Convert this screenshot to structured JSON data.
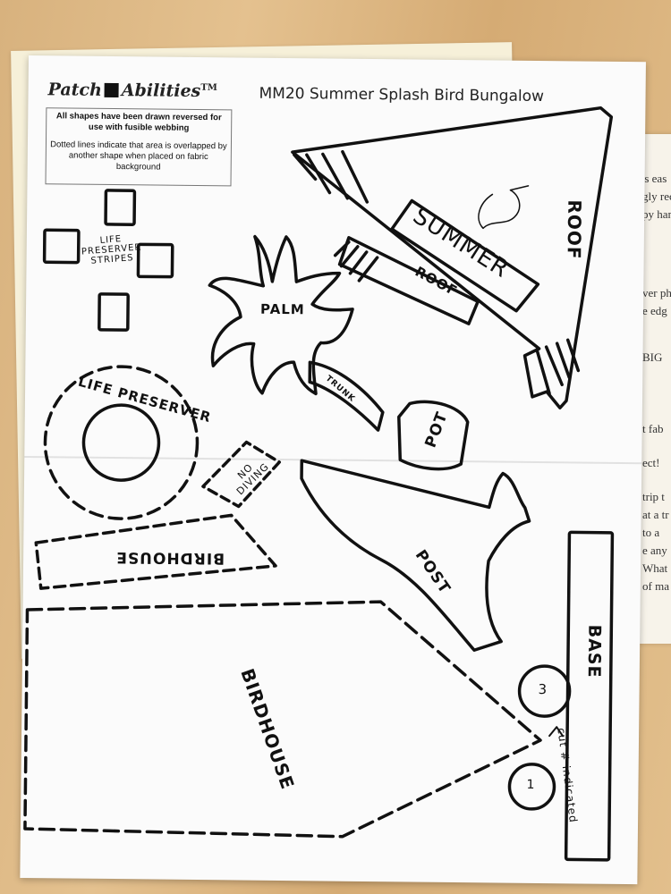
{
  "brand": {
    "logo_left": "Patch",
    "logo_right": "Abilities",
    "trademark": "TM"
  },
  "pattern_title": "MM20 Summer Splash Bird Bungalow",
  "notes": {
    "line1": "All shapes have been drawn reversed for use with fusible webbing",
    "line2": "Dotted lines indicate that area is overlapped by another shape when placed on fabric background"
  },
  "pieces": {
    "roof_main": "ROOF",
    "summer": "SUMMER",
    "roof_small": "ROOF",
    "palm": "PALM",
    "trunk": "TRUNK",
    "pot": "POT",
    "life_preserver_stripes": "LIFE PRESERVER STRIPES",
    "life_preserver": "LIFE PRESERVER",
    "no_diving": "NO DIVING",
    "post": "POST",
    "birdhouse_roof": "BIRDHOUSE",
    "birdhouse": "BIRDHOUSE",
    "base": "BASE",
    "circle_top": "3",
    "circle_bottom": "1",
    "cut_note": "cut # indicated"
  },
  "background_sheet": {
    "lines": [
      "'s eas",
      "gly rec",
      "py han",
      "ver ph",
      "e edg",
      "BIG",
      "t fab",
      "ect!",
      "trip t",
      "at a tr",
      "to a",
      "e any",
      "What",
      "of ma"
    ]
  }
}
